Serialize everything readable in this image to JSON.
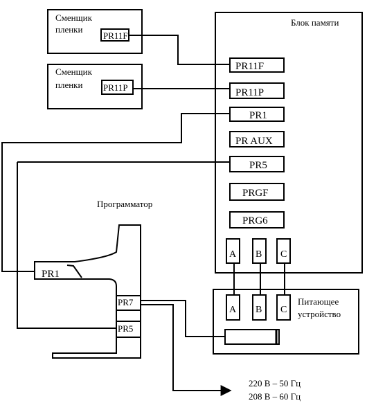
{
  "memory_block": {
    "title": "Блок памяти"
  },
  "film_changer_1": {
    "line1": "Сменщик",
    "line2": "пленки",
    "port": "PR11F"
  },
  "film_changer_2": {
    "line1": "Сменщик",
    "line2": "пленки",
    "port": "PR11P"
  },
  "memory_ports": [
    "PR11F",
    "PR11P",
    "PR1",
    "PR AUX",
    "PR5",
    "PRGF",
    "PRG6"
  ],
  "phase_terminals": [
    "A",
    "B",
    "C"
  ],
  "programmer": {
    "title": "Программатор",
    "port_pr1": "PR1",
    "port_pr7": "PR7",
    "port_pr5": "PR5"
  },
  "power_unit": {
    "line1": "Питающее",
    "line2": "устройство",
    "terminals": [
      "A",
      "B",
      "C"
    ]
  },
  "mains": {
    "line1": "220 В – 50 Гц",
    "line2": "208 В – 60 Гц"
  }
}
